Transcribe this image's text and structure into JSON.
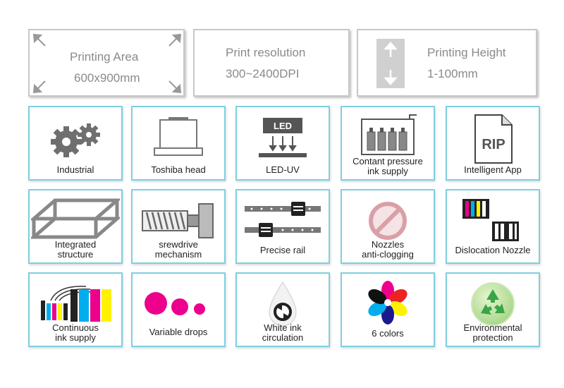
{
  "specs": [
    {
      "title": "Printing Area",
      "value": "600x900mm"
    },
    {
      "title": "Print resolution",
      "value": "300~2400DPI"
    },
    {
      "title": "Printing Height",
      "value": "1-100mm"
    }
  ],
  "features": {
    "industrial": {
      "label": "Industrial",
      "icon": "gears-icon"
    },
    "toshiba": {
      "label": "Toshiba head",
      "icon": "printhead-icon"
    },
    "led": {
      "label": "LED-UV",
      "icon_text": "LED",
      "icon": "led-uv-icon"
    },
    "pressure": {
      "line1": "Contant pressure",
      "line2": "ink supply",
      "icon": "ink-tank-icon"
    },
    "app": {
      "label": "Intelligent App",
      "icon_text": "RIP",
      "icon": "rip-file-icon"
    },
    "structure": {
      "line1": "Integrated",
      "line2": "structure",
      "icon": "frame-structure-icon"
    },
    "screw": {
      "line1": "srewdrive",
      "line2": "mechanism",
      "icon": "screw-drive-icon"
    },
    "rail": {
      "label": "Precise rail",
      "icon": "rail-icon"
    },
    "nozzles": {
      "line1": "Nozzles",
      "line2": "anti-clogging",
      "icon": "no-clog-icon"
    },
    "dislocation": {
      "label": "Dislocation Nozzle",
      "icon": "nozzle-blocks-icon"
    },
    "continuous": {
      "line1": "Continuous",
      "line2": "ink supply",
      "icon": "ink-cartridges-icon"
    },
    "drops": {
      "label": "Variable drops",
      "icon": "drops-icon"
    },
    "white": {
      "line1": "White ink",
      "line2": "circulation",
      "icon": "white-ink-drop-icon"
    },
    "colors": {
      "label": "6 colors",
      "icon": "color-flower-icon"
    },
    "env": {
      "line1": "Environmental",
      "line2": "protection",
      "icon": "recycle-icon"
    }
  },
  "colors": {
    "card_border": "#7fcfe0",
    "spec_text": "#8a8a8a",
    "cyan": "#00aeef",
    "magenta": "#ec008c",
    "yellow": "#fff200"
  }
}
